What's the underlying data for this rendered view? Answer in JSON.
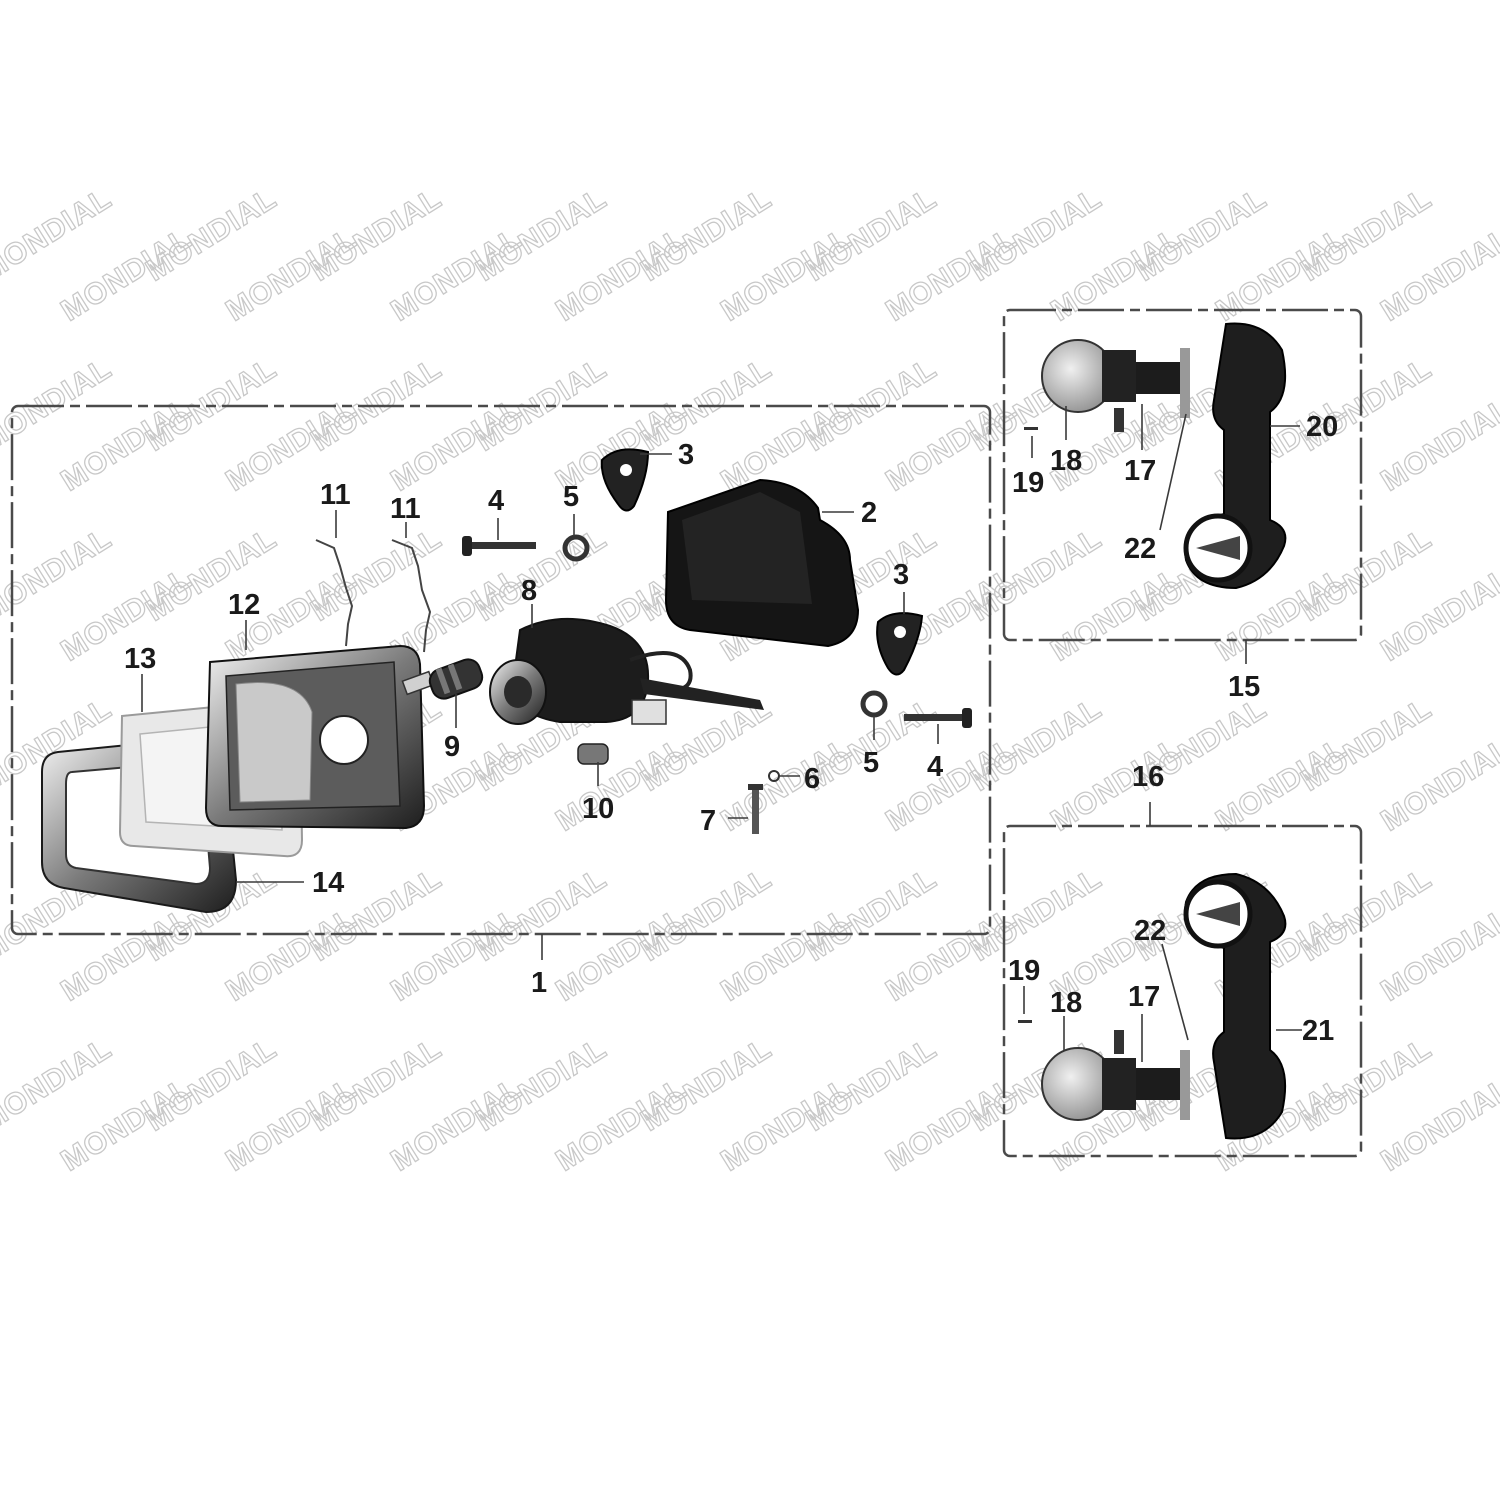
{
  "watermark": {
    "text": "MONDIAL"
  },
  "callouts": {
    "c1": "1",
    "c2": "2",
    "c3a": "3",
    "c3b": "3",
    "c4a": "4",
    "c4b": "4",
    "c5a": "5",
    "c5b": "5",
    "c6": "6",
    "c7": "7",
    "c8": "8",
    "c9": "9",
    "c10": "10",
    "c11a": "11",
    "c11b": "11",
    "c12": "12",
    "c13": "13",
    "c14": "14",
    "c15": "15",
    "c16": "16",
    "c17a": "17",
    "c18a": "18",
    "c19a": "19",
    "c20": "20",
    "c22a": "22",
    "c17b": "17",
    "c18b": "18",
    "c19b": "19",
    "c21": "21",
    "c22b": "22"
  },
  "colors": {
    "part_dark": "#1c1c1c",
    "part_mid": "#8a8a8a",
    "part_light": "#d6d6d6",
    "watermark": "#c8c8c8",
    "frame": "#4a4a4a"
  }
}
